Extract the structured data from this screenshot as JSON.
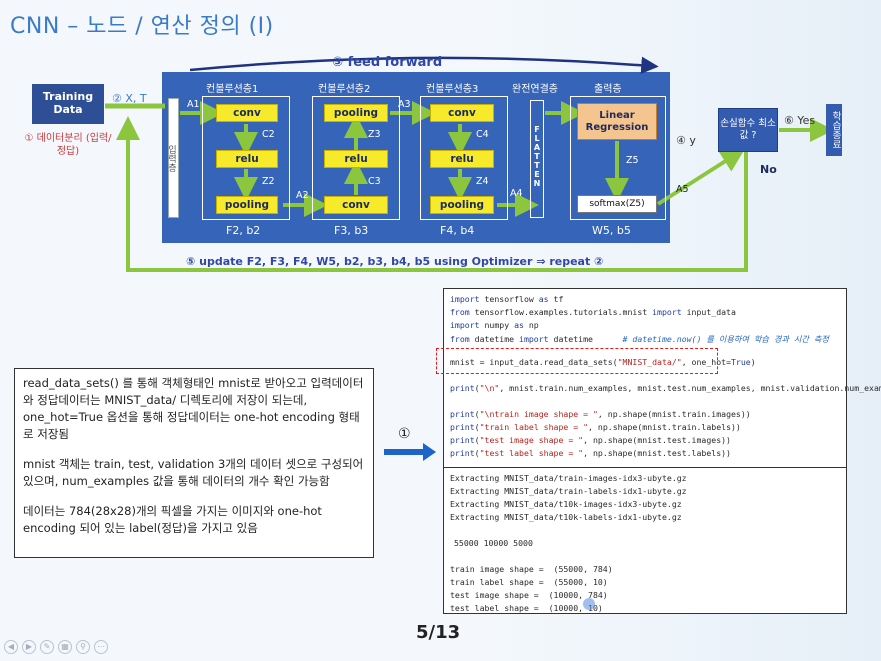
{
  "slide": {
    "title": "CNN – 노드 / 연산 정의 (I)",
    "page": "5/13"
  },
  "diagram": {
    "feed_forward": "③ feed forward",
    "training_data": "Training Data",
    "training_sub": "① 데이터분리 (입력/정답)",
    "x_t": "② X, T",
    "headers": [
      "컨볼루션층1",
      "컨볼루션층2",
      "컨볼루션층3",
      "완전연결층",
      "출력층"
    ],
    "input_layer": "입력층",
    "flatten": [
      "F",
      "L",
      "A",
      "T",
      "T",
      "E",
      "N"
    ],
    "boxes": {
      "c1": [
        "conv",
        "relu",
        "pooling"
      ],
      "c2": [
        "pooling",
        "relu",
        "conv"
      ],
      "c3": [
        "conv",
        "relu",
        "pooling"
      ]
    },
    "labels": {
      "a1": "A1",
      "c2": "C2",
      "z2": "Z2",
      "a2": "A2",
      "z3": "Z3",
      "c3": "C3",
      "a3": "A3",
      "c4": "C4",
      "z4": "Z4",
      "a4": "A4",
      "z5": "Z5",
      "a5": "A5"
    },
    "layer_params": [
      "F2, b2",
      "F3, b3",
      "F4, b4",
      "W5, b5"
    ],
    "linear_regression": "Linear Regression",
    "softmax": "softmax(Z5)",
    "y": "④ y",
    "loss_box": "손실함수 최소값 ?",
    "yes": "⑥ Yes",
    "end_box": "학습종료",
    "no": "No",
    "update": "⑤ update F2, F3, F4, W5, b2, b3, b4, b5  using Optimizer  ⇒  repeat  ②"
  },
  "description": {
    "p1": "read_data_sets() 를 통해 객체형태인 mnist로 받아오고 입력데이터와 정답데이터는 MNIST_data/ 디렉토리에 저장이 되는데, one_hot=True 옵션을 통해 정답데이터는 one-hot encoding 형태로 저장됨",
    "p2": "mnist 객체는 train, test, validation 3개의 데이터 셋으로 구성되어 있으며, num_examples 값을 통해 데이터의 개수 확인 가능함",
    "p3": "데이터는 784(28x28)개의 픽셀을 가지는 이미지와 one-hot encoding 되어 있는 label(정답)을 가지고 있음",
    "step": "①"
  },
  "code": {
    "l1a": "import",
    "l1b": " tensorflow ",
    "l1c": "as",
    "l1d": " tf",
    "l2a": "from",
    "l2b": " tensorflow.examples.tutorials.mnist ",
    "l2c": "import",
    "l2d": " input_data",
    "l3a": "import",
    "l3b": " numpy ",
    "l3c": "as",
    "l3d": " np",
    "l4a": "from",
    "l4b": " datetime ",
    "l4c": "import",
    "l4d": " datetime",
    "l4e": "# datetime.now() 를 이용하여 학습 경과 시간 측정",
    "l5a": "mnist = input_data.read_data_sets(",
    "l5b": "\"MNIST_data/\"",
    "l5c": ", one_hot=",
    "l5d": "True",
    "l5e": ")",
    "l6a": "print",
    "l6b": "(",
    "l6c": "\"\\n\"",
    "l6d": ", mnist.train.num_examples, mnist.test.num_examples, mnist.validation.num_examples)",
    "l7a": "print",
    "l7b": "(",
    "l7c": "\"\\ntrain image shape = \"",
    "l7d": ", np.shape(mnist.train.images))",
    "l8a": "print",
    "l8b": "(",
    "l8c": "\"train label shape = \"",
    "l8d": ", np.shape(mnist.train.labels))",
    "l9a": "print",
    "l9b": "(",
    "l9c": "\"test image shape = \"",
    "l9d": ", np.shape(mnist.test.images))",
    "l10a": "print",
    "l10b": "(",
    "l10c": "\"test label shape = \"",
    "l10d": ", np.shape(mnist.test.labels))"
  },
  "output": {
    "o1": "Extracting MNIST_data/train-images-idx3-ubyte.gz",
    "o2": "Extracting MNIST_data/train-labels-idx1-ubyte.gz",
    "o3": "Extracting MNIST_data/t10k-images-idx3-ubyte.gz",
    "o4": "Extracting MNIST_data/t10k-labels-idx1-ubyte.gz",
    "o5": "55000 10000 5000",
    "o6": "train image shape =  (55000, 784)",
    "o7": "train label shape =  (55000, 10)",
    "o8": "test image shape =  (10000, 784)",
    "o9": "test label shape =  (10000, 10)"
  },
  "colors": {
    "panel": "#3564b8",
    "arrow_green": "#8cc63f",
    "yellow_box": "#f7ea2a",
    "title_blue": "#3a7bc8",
    "dash_red": "#e01b1b"
  }
}
